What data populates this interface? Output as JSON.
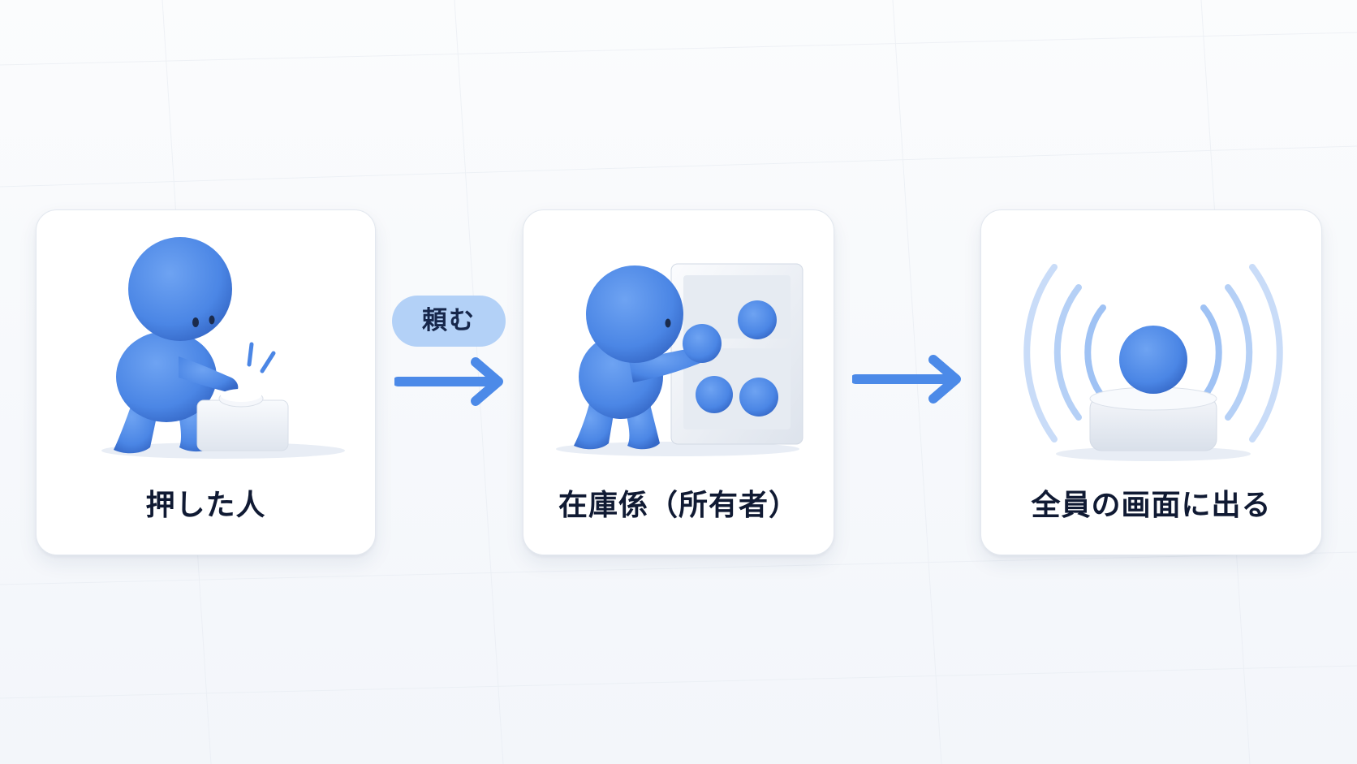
{
  "colors": {
    "figure_blue": "#4b86e5",
    "figure_shadow": "#2f63c4",
    "arrow_blue": "#4c8ae8",
    "pill_fill": "#b3d1f7",
    "label_text": "#101a33",
    "white_object": "#eef2f8"
  },
  "steps": [
    {
      "label": "押した人",
      "icon": "person-pressing-button-icon"
    },
    {
      "label": "在庫係（所有者）",
      "icon": "person-stocking-shelf-icon"
    },
    {
      "label": "全員の画面に出る",
      "icon": "broadcasting-ball-icon"
    }
  ],
  "connectors": [
    {
      "label": "頼む",
      "icon": "arrow-right-icon"
    },
    {
      "label": "",
      "icon": "arrow-right-icon"
    }
  ]
}
